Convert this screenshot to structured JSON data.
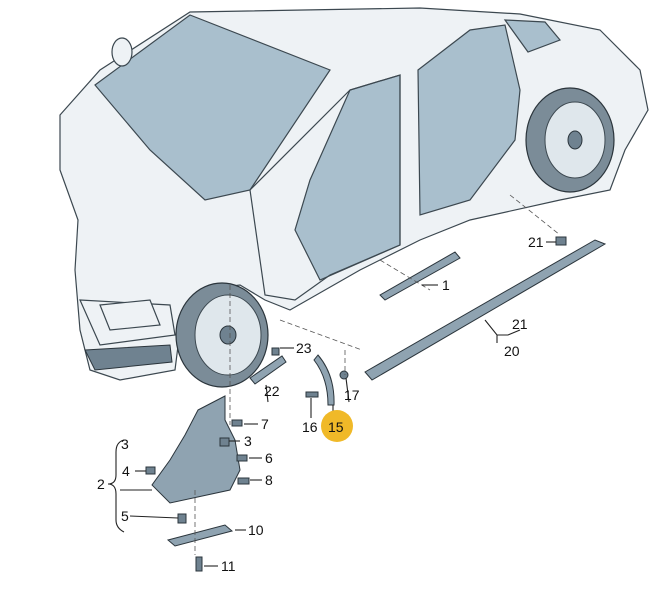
{
  "diagram": {
    "highlight_color": "#f0b928",
    "labels": {
      "p1": "1",
      "p21a": "21",
      "p21b": "21",
      "p20": "20",
      "p23": "23",
      "p22": "22",
      "p17": "17",
      "p16": "16",
      "p15": "15",
      "p7": "7",
      "p3a": "3",
      "p6": "6",
      "p8": "8",
      "p3b": "3",
      "p4": "4",
      "p2": "2",
      "p5": "5",
      "p10": "10",
      "p11": "11"
    },
    "highlighted_part": "15"
  }
}
